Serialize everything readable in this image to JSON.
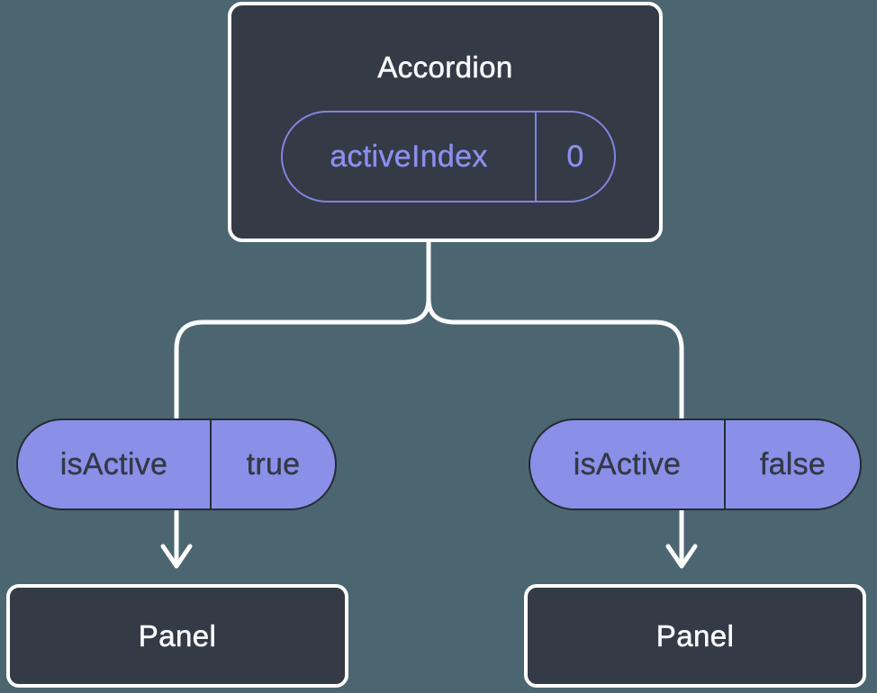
{
  "diagram": {
    "type": "react-component-tree",
    "parent": {
      "title": "Accordion",
      "state": {
        "name": "activeIndex",
        "value": "0"
      }
    },
    "children": [
      {
        "prop": {
          "name": "isActive",
          "value": "true"
        },
        "node_label": "Panel"
      },
      {
        "prop": {
          "name": "isActive",
          "value": "false"
        },
        "node_label": "Panel"
      }
    ]
  },
  "colors": {
    "background": "#4C6671",
    "node_fill": "#343A46",
    "node_border": "#FFFFFF",
    "pill_fill": "#8A90E8",
    "pill_border": "#262B35",
    "pill_text_dark": "#333946",
    "purple_text": "#8A90EC",
    "purple_border": "#7F85DE",
    "connector": "#FCFCFD",
    "white_text": "#F7F8FA"
  }
}
